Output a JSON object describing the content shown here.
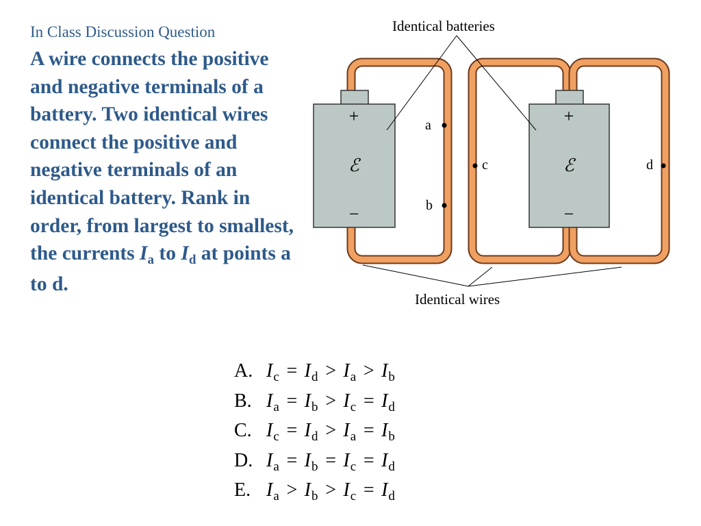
{
  "slide": {
    "kicker": "In Class Discussion Question",
    "question_main": "A wire connects the positive and negative terminals of a battery. Two identical wires connect the positive and negative terminals of an identical battery. Rank in order, from largest to smallest, the currents ",
    "question_var1": "I",
    "question_sub1": "a",
    "question_mid": " to ",
    "question_var2": "I",
    "question_sub2": "d",
    "question_end": " at points a to d."
  },
  "diagram": {
    "label_batteries": "Identical batteries",
    "label_wires": "Identical wires",
    "battery1": {
      "plus": "+",
      "minus": "−",
      "emf": "ℰ"
    },
    "battery2": {
      "plus": "+",
      "minus": "−",
      "emf": "ℰ"
    },
    "points": {
      "a": "a",
      "b": "b",
      "c": "c",
      "d": "d"
    },
    "colors": {
      "wire_fill": "#f0a060",
      "wire_outline": "#6b3a1f",
      "battery_fill": "#bcc8c5",
      "battery_outline": "#333333"
    }
  },
  "choices": [
    {
      "letter": "A.",
      "v1": "I",
      "s1": "c",
      "op1": " = ",
      "v2": "I",
      "s2": "d",
      "op2": " > ",
      "v3": "I",
      "s3": "a",
      "op3": " > ",
      "v4": "I",
      "s4": "b"
    },
    {
      "letter": "B.",
      "v1": "I",
      "s1": "a",
      "op1": " = ",
      "v2": "I",
      "s2": "b",
      "op2": " > ",
      "v3": "I",
      "s3": "c",
      "op3": " = ",
      "v4": "I",
      "s4": "d"
    },
    {
      "letter": "C.",
      "v1": "I",
      "s1": "c",
      "op1": " = ",
      "v2": "I",
      "s2": "d",
      "op2": " > ",
      "v3": "I",
      "s3": "a",
      "op3": " = ",
      "v4": "I",
      "s4": "b"
    },
    {
      "letter": "D.",
      "v1": "I",
      "s1": "a",
      "op1": " = ",
      "v2": "I",
      "s2": "b",
      "op2": " = ",
      "v3": "I",
      "s3": "c",
      "op3": " = ",
      "v4": "I",
      "s4": "d"
    },
    {
      "letter": "E.",
      "v1": "I",
      "s1": "a",
      "op1": " > ",
      "v2": "I",
      "s2": "b",
      "op2": " > ",
      "v3": "I",
      "s3": "c",
      "op3": " = ",
      "v4": "I",
      "s4": "d"
    }
  ]
}
